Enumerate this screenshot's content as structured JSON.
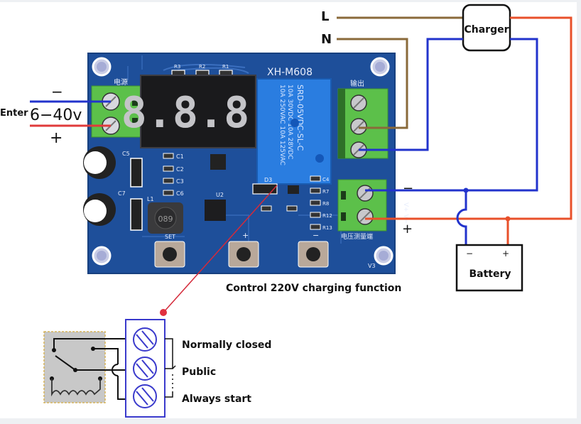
{
  "board": {
    "model": "XH-M608",
    "display_digits": "8.8.8.",
    "silkscreen": {
      "power_label": "电源",
      "output_label": "输出",
      "measure_label": "电压测量端",
      "resistors_top": [
        "R3",
        "R2",
        "R1"
      ],
      "caps_left": [
        "C1",
        "C2",
        "C3",
        "C6"
      ],
      "right_parts": [
        "C4",
        "R7",
        "R8",
        "R12",
        "R13"
      ],
      "other_parts": [
        "C5",
        "C7",
        "L1",
        "U2",
        "D3",
        "V3"
      ],
      "inductor_code": "089",
      "buttons": [
        "SET",
        "+",
        "−"
      ],
      "measure_polarity": "V+ V−"
    },
    "relay_text": [
      "10A 250VAC  10A 125VAC",
      "10A 30VDC  10A 28VDC",
      "SRD-05VDC-SL-C"
    ]
  },
  "input": {
    "label": "Enter",
    "voltage": "6−40v",
    "minus": "−",
    "plus": "+"
  },
  "mains": {
    "live": "L",
    "neutral": "N"
  },
  "charger": {
    "label": "Charger"
  },
  "battery": {
    "label": "Battery",
    "minus": "−",
    "plus": "+"
  },
  "measure_terminal": {
    "minus": "−",
    "plus": "+"
  },
  "caption": "Control 220V charging function",
  "relay_terminals": {
    "labels": [
      "Normally closed",
      "Public",
      "Always start"
    ]
  },
  "colors": {
    "pcb_blue": "#1e4f9a",
    "terminal_green": "#5cc04a",
    "wire_brown": "#8a6a3a",
    "wire_blue": "#2233cc",
    "wire_red": "#e8502a",
    "relay_blue": "#2a7de0",
    "callout_red": "#d42a3a"
  }
}
